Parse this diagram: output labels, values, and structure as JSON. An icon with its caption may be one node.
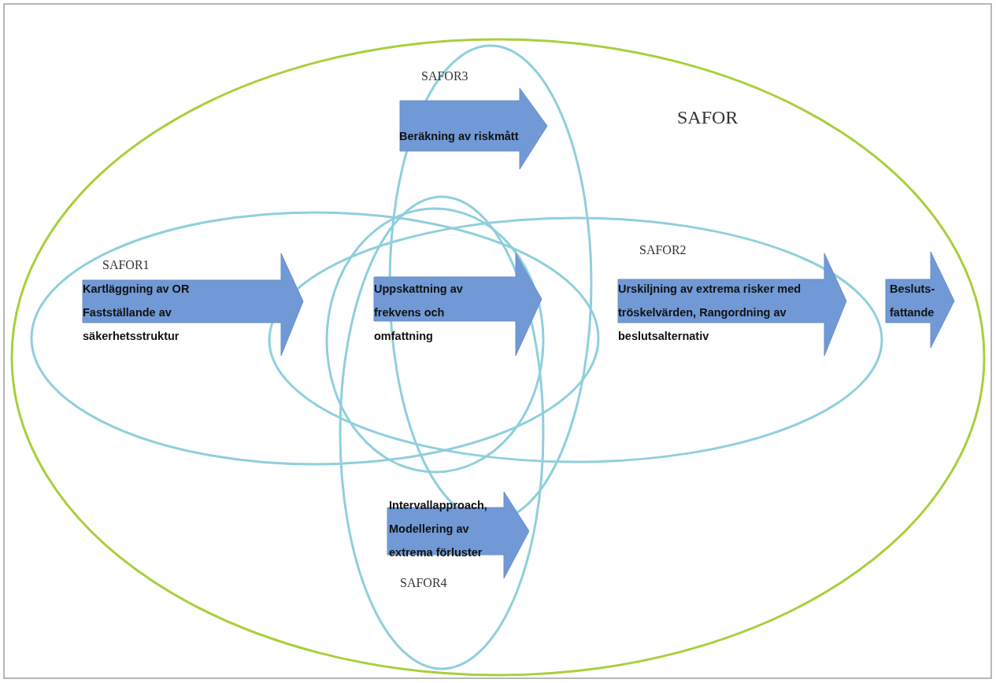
{
  "diagram": {
    "nodes": [
      {
        "text": [
          "SAFOR"
        ]
      },
      {
        "text": [
          "SAFOR1"
        ],
        "in": 0
      },
      {
        "text": [
          "SAFOR2"
        ],
        "in": 0
      },
      {
        "text": [
          "SAFOR3"
        ],
        "in": 0
      },
      {
        "text": [
          "SAFOR4"
        ],
        "in": 0
      },
      {
        "text": [],
        "shape": "ellipse",
        "in": 1
      },
      {
        "text": [
          "Beräkning av riskmått"
        ],
        "in": 3
      },
      {
        "text": [
          "Kartläggning av OR Fastställande av säkerhetsstruktur"
        ],
        "in": 1
      },
      {
        "text": [
          "Uppskattning av frekvens och omfattning"
        ],
        "in": 5
      },
      {
        "text": [
          "Urskiljning av extrema risker med tröskelvärden, Rangordning av beslutsalternativ"
        ],
        "in": 2
      },
      {
        "text": [
          "Besluts- fattande"
        ],
        "in": 0
      },
      {
        "text": [
          "Intervallapproach, Modellering av extrema förluster"
        ],
        "in": 4
      }
    ],
    "edges": []
  }
}
